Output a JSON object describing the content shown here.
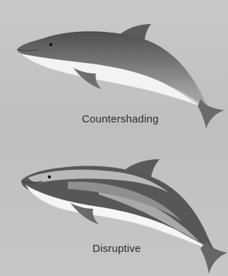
{
  "figure": {
    "panels": [
      {
        "caption": "Countershading",
        "pattern": "countershaded-dolphin"
      },
      {
        "caption": "Disruptive",
        "pattern": "disruptive-dolphin"
      }
    ],
    "colors": {
      "background": "#c4c4c4",
      "dark_body": "#5a5a5a",
      "mid_body": "#8a8a8a",
      "light_belly": "#f4f4f4",
      "caption_text": "#2a2a2a"
    }
  }
}
